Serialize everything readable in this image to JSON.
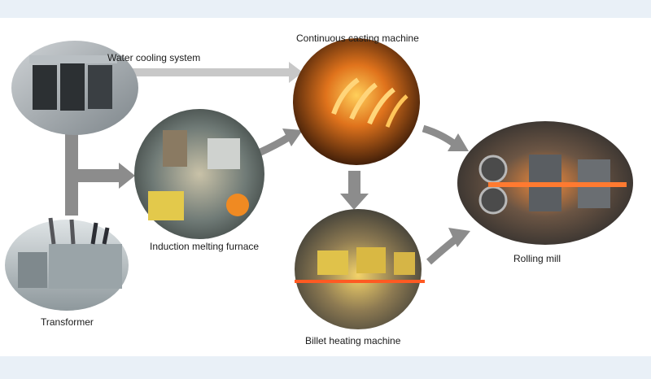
{
  "nodes": {
    "water_cooling": {
      "label": "Water cooling system"
    },
    "transformer": {
      "label": "Transformer"
    },
    "induction_furnace": {
      "label": "Induction melting furnace"
    },
    "continuous_casting": {
      "label": "Continuous casting machine"
    },
    "billet_heating": {
      "label": "Billet heating machine"
    },
    "rolling_mill": {
      "label": "Rolling mill"
    }
  },
  "colors": {
    "arrow": "#8c8c8c",
    "band": "#e9f0f7",
    "text": "#1a1a1a"
  }
}
